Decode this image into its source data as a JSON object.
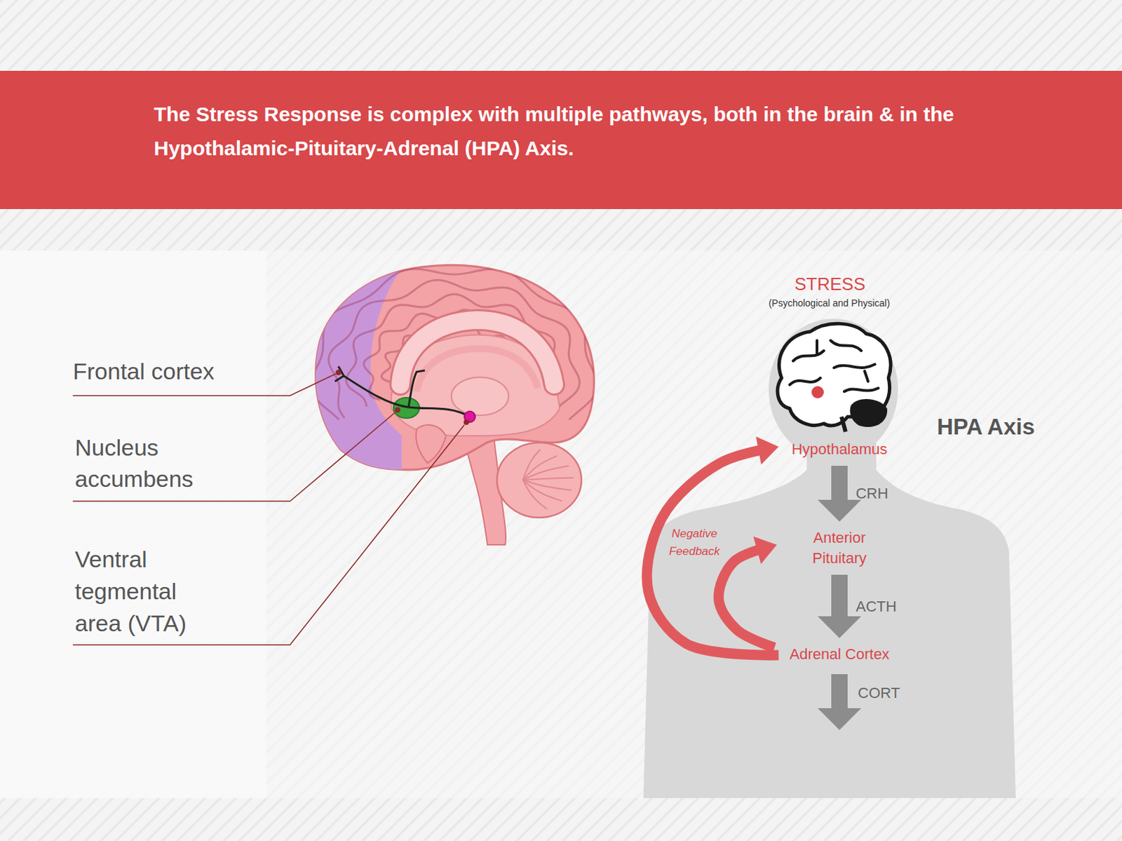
{
  "diagram": {
    "title": "The Stress Response is complex with multiple pathways, both in the brain & in the Hypothalamic-Pituitary-Adrenal (HPA) Axis.",
    "nodes": [
      {
        "text": [
          "Hypothalamus"
        ]
      },
      {
        "text": [
          "Anterior Pituitary"
        ]
      },
      {
        "text": [
          "Adrenal Cortex"
        ]
      }
    ],
    "edges": [
      {
        "from": 0,
        "to": 1,
        "label": "CRH",
        "arrow": "to"
      },
      {
        "from": 1,
        "to": 2,
        "label": "ACTH",
        "arrow": "to"
      },
      {
        "from": 2,
        "to": 0,
        "arrow": "to"
      },
      {
        "from": 2,
        "to": 1,
        "arrow": "to"
      }
    ],
    "labels": [
      "Frontal cortex",
      "Nucleus accumbens",
      "Ventral tegmental area (VTA)",
      "STRESS",
      "(Psychological and Physical)",
      "HPA Axis",
      "Negative Feedback",
      "CORT"
    ]
  }
}
